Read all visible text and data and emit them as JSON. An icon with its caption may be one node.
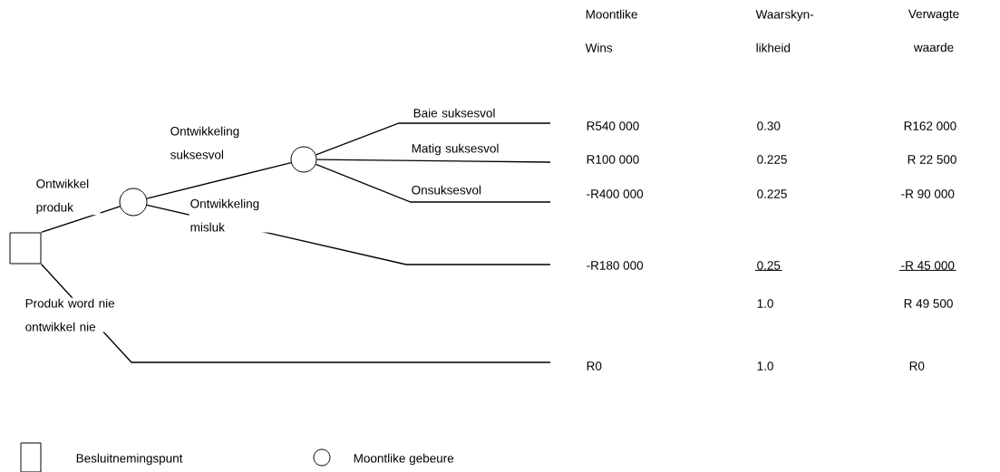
{
  "diagram": {
    "nodes": [
      {
        "text": [],
        "shape": "box"
      },
      {
        "text": [],
        "shape": "circle"
      },
      {
        "text": [],
        "shape": "circle"
      }
    ],
    "edges": [
      {
        "from": 0,
        "to": 1,
        "arrow": "none",
        "label": "Ontwikkel produk"
      },
      {
        "from": 1,
        "to": 2,
        "arrow": "none",
        "label": "Ontwikkeling suksesvol"
      },
      {
        "from": 2,
        "to": null,
        "arrow": "none",
        "label": "Baie suksesvol"
      },
      {
        "from": 2,
        "to": null,
        "arrow": "none",
        "label": "Matig suksesvol"
      },
      {
        "from": 2,
        "to": null,
        "arrow": "none",
        "label": "Onsuksesvol"
      },
      {
        "from": 1,
        "to": null,
        "arrow": "none",
        "label": "Ontwikkeling misluk"
      },
      {
        "from": 0,
        "to": null,
        "arrow": "none",
        "label": "Produk word nie ontwikkel nie"
      }
    ],
    "labels": [
      "Moontlike Wins",
      "Waarskyn- likheid",
      "Verwagte waarde",
      "R540 000",
      "0.30",
      "R162 000",
      "R100 000",
      "0.225",
      "R 22 500",
      "-R400 000",
      "0.225",
      "-R 90 000",
      "-R180 000",
      "0.25",
      "-R 45 000",
      "1.0",
      "R 49 500",
      "R0",
      "1.0",
      "R0"
    ],
    "legend": [
      {
        "text": "Besluitnemingspunt"
      },
      {
        "text": "Moontlike gebeure"
      }
    ]
  }
}
